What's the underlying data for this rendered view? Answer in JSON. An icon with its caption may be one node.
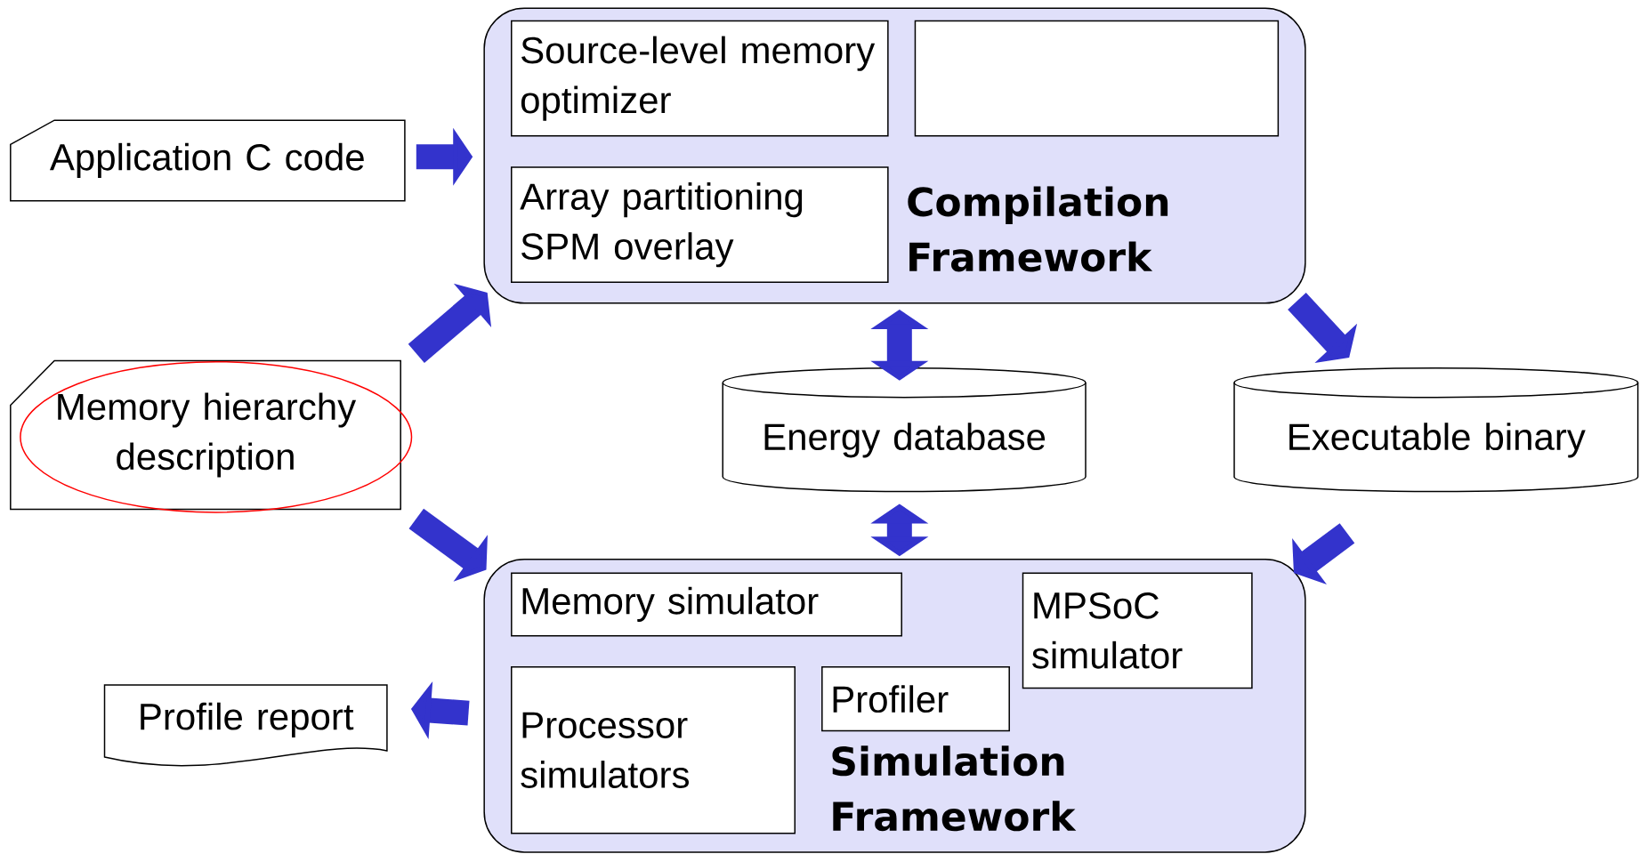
{
  "diagram": {
    "nodes": [
      {
        "text": [
          "Application C code"
        ]
      },
      {
        "text": [
          "Compilation Framework"
        ]
      },
      {
        "text": [
          "Source-level memory optimizer"
        ],
        "in": 1
      },
      {
        "text": [],
        "shape": "box",
        "in": 1
      },
      {
        "text": [
          "Array partitioning SPM overlay"
        ],
        "in": 1
      },
      {
        "text": [
          "Memory hierarchy description"
        ]
      },
      {
        "text": [
          "Energy database"
        ]
      },
      {
        "text": [
          "Executable binary"
        ]
      },
      {
        "text": [
          "Simulation Framework"
        ]
      },
      {
        "text": [
          "Memory simulator"
        ],
        "in": 8
      },
      {
        "text": [
          "MPSoC simulator"
        ],
        "in": 8
      },
      {
        "text": [
          "Processor simulators"
        ],
        "in": 8
      },
      {
        "text": [
          "Profiler"
        ],
        "in": 8
      },
      {
        "text": [
          "Profile report"
        ]
      }
    ],
    "edges": [
      {
        "from": 0,
        "to": 1,
        "arrow": "to"
      },
      {
        "from": 5,
        "to": 1,
        "arrow": "to"
      },
      {
        "from": 5,
        "to": 8,
        "arrow": "to"
      },
      {
        "from": 1,
        "to": 6,
        "arrow": "both"
      },
      {
        "from": 6,
        "to": 8,
        "arrow": "both"
      },
      {
        "from": 1,
        "to": 7,
        "arrow": "to"
      },
      {
        "from": 7,
        "to": 8,
        "arrow": "to"
      },
      {
        "from": 8,
        "to": 13,
        "arrow": "to"
      }
    ]
  }
}
